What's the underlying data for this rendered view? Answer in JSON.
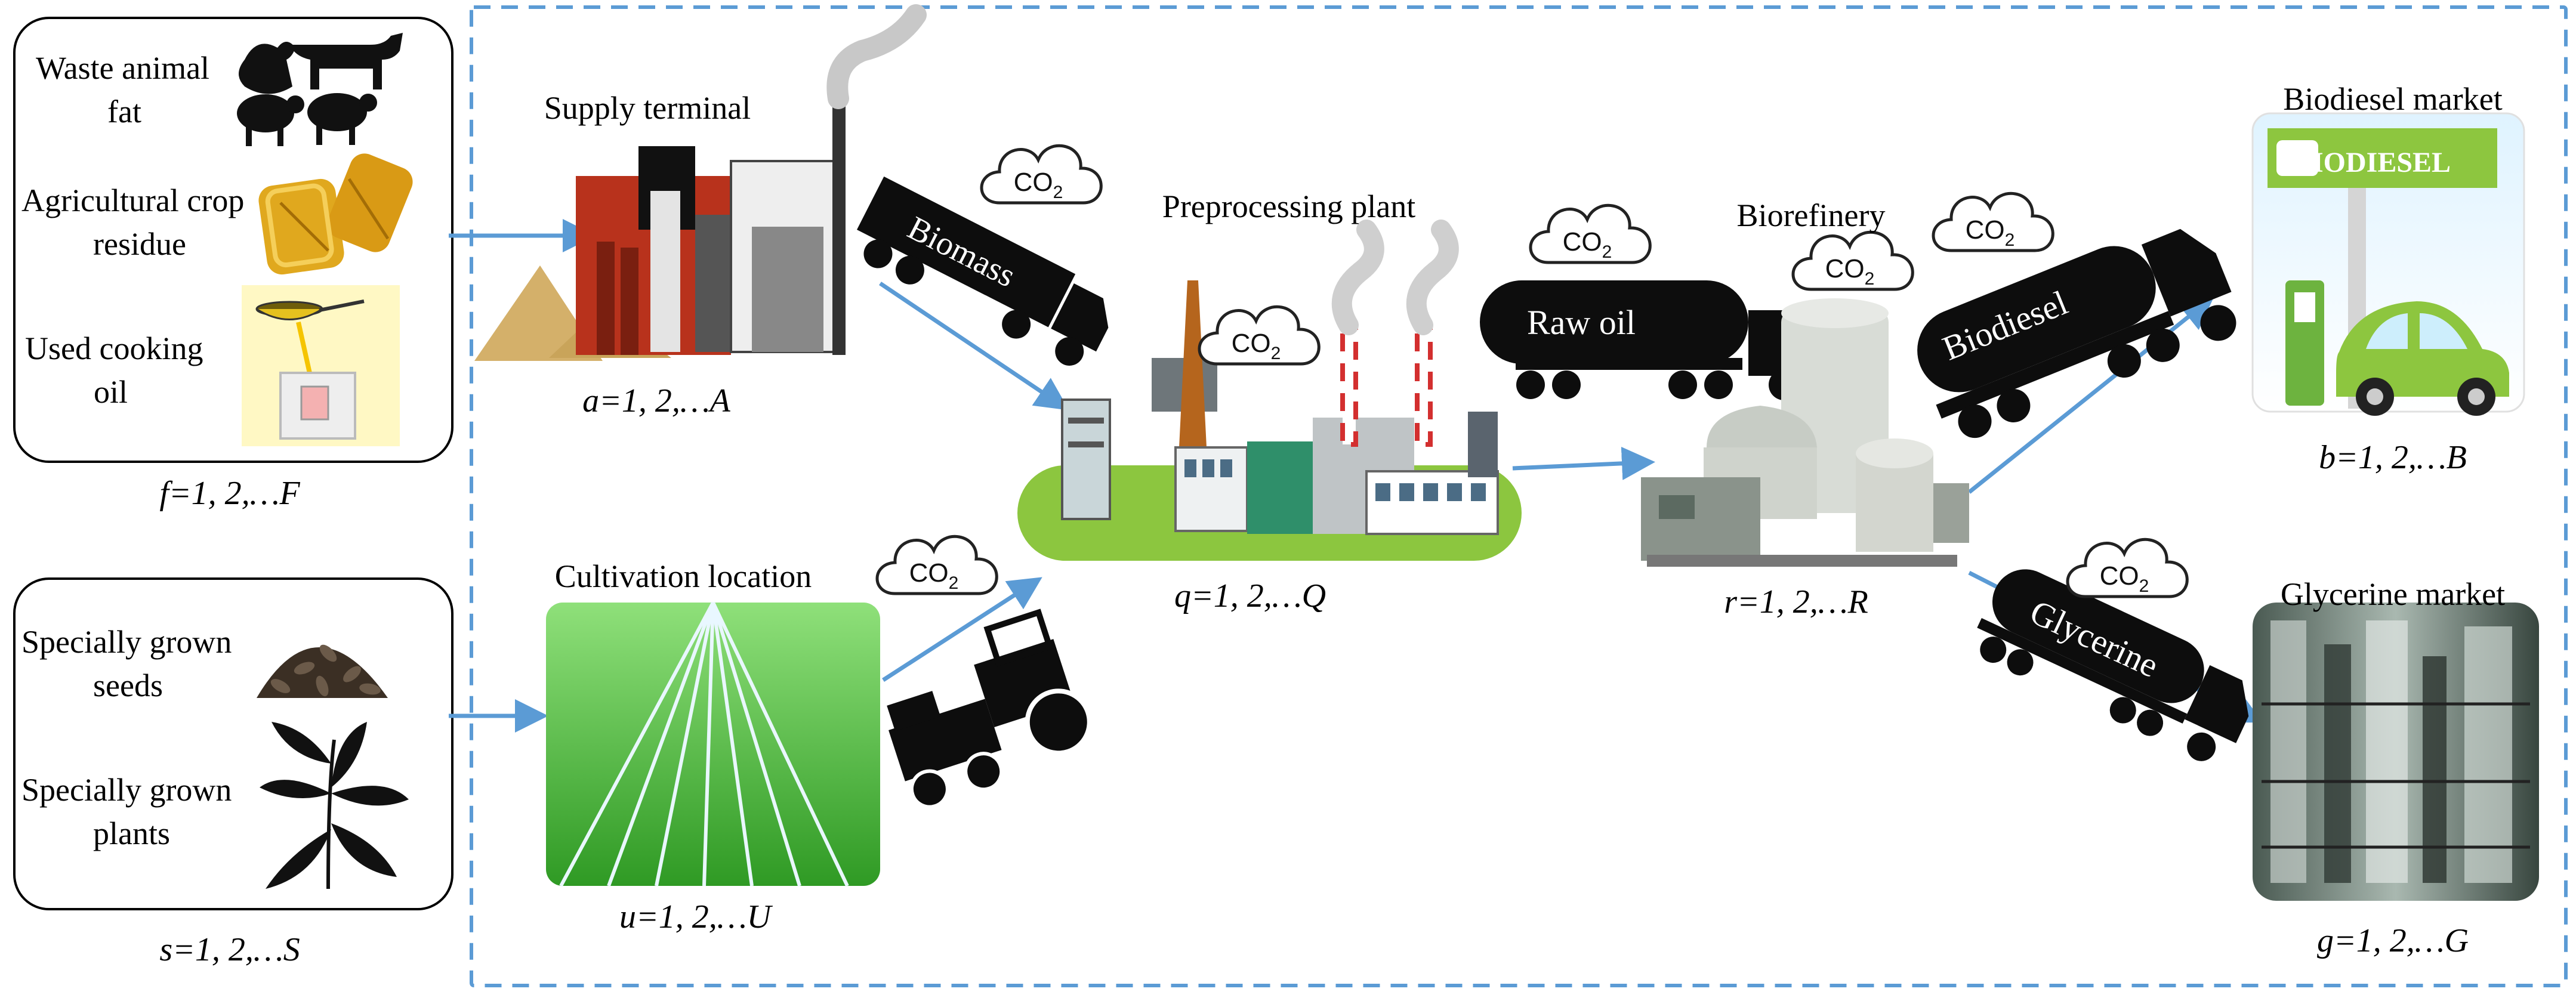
{
  "colors": {
    "arrow": "#5b9bd5",
    "dashed_border": "#5b9bd5",
    "truck": "#0d0d0d",
    "factory_red": "#c0392b",
    "field_green": "#3fae2e",
    "plant_base": "#8cc63f",
    "station_green": "#8dc63f"
  },
  "feedstock_top": {
    "items": [
      {
        "label_line1": "Waste animal",
        "label_line2": "fat"
      },
      {
        "label_line1": "Agricultural crop",
        "label_line2": "residue"
      },
      {
        "label_line1": "Used cooking",
        "label_line2": "oil"
      }
    ],
    "index": "f=1, 2,…F"
  },
  "feedstock_bottom": {
    "items": [
      {
        "label_line1": "Specially grown",
        "label_line2": "seeds"
      },
      {
        "label_line1": "Specially grown",
        "label_line2": "plants"
      }
    ],
    "index": "s=1, 2,…S"
  },
  "nodes": {
    "supply_terminal": {
      "title": "Supply terminal",
      "index": "a=1, 2,…A"
    },
    "cultivation": {
      "title": "Cultivation location",
      "index": "u=1, 2,…U"
    },
    "preprocessing": {
      "title": "Preprocessing plant",
      "index": "q=1, 2,…Q"
    },
    "biorefinery": {
      "title": "Biorefinery",
      "index": "r=1, 2,…R"
    },
    "biodiesel_market": {
      "title": "Biodiesel market",
      "index": "b=1, 2,…B",
      "sign": "BIODIESEL"
    },
    "glycerine_market": {
      "title": "Glycerine market",
      "index": "g=1, 2,…G"
    }
  },
  "trucks": {
    "biomass": "Biomass",
    "raw_oil": "Raw oil",
    "biodiesel": "Biodiesel",
    "glycerine": "Glycerine"
  },
  "co2": {
    "c": "CO",
    "sub": "2"
  }
}
